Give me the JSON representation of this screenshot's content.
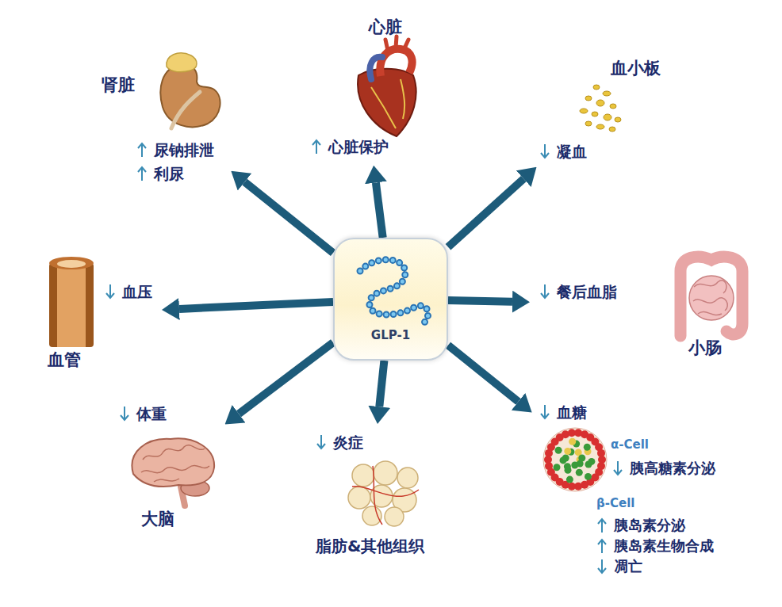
{
  "diagram": {
    "nodes": [
      {
        "text": [
          "GLP-1"
        ]
      },
      {
        "text": [
          "心脏",
          "心脏保护"
        ]
      },
      {
        "text": [
          "肾脏",
          "尿钠排泄",
          "利尿"
        ]
      },
      {
        "text": [
          "血小板",
          "凝血"
        ]
      },
      {
        "text": [
          "血压",
          "血管"
        ]
      },
      {
        "text": [
          "餐后血脂",
          "小肠"
        ]
      },
      {
        "text": [
          "体重",
          "大脑"
        ]
      },
      {
        "text": [
          "炎症",
          "脂肪&其他组织"
        ]
      },
      {
        "text": [
          "血糖",
          "α-Cell",
          "胰高糖素分泌",
          "β-Cell",
          "胰岛素分泌",
          "胰岛素生物合成",
          "凋亡"
        ]
      }
    ],
    "edges": [
      {
        "from": 0,
        "to": 1,
        "arrow": "to"
      },
      {
        "from": 0,
        "to": 2,
        "arrow": "to"
      },
      {
        "from": 0,
        "to": 3,
        "arrow": "to"
      },
      {
        "from": 0,
        "to": 4,
        "arrow": "to"
      },
      {
        "from": 0,
        "to": 5,
        "arrow": "to"
      },
      {
        "from": 0,
        "to": 6,
        "arrow": "to"
      },
      {
        "from": 0,
        "to": 7,
        "arrow": "to"
      },
      {
        "from": 0,
        "to": 8,
        "arrow": "to"
      }
    ]
  }
}
